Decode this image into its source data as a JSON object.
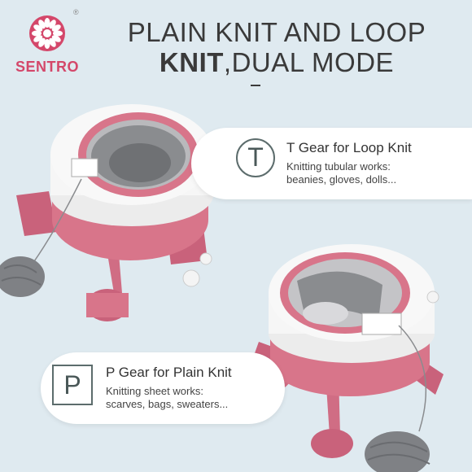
{
  "brand": {
    "name": "SENTRO",
    "registered_mark": "®",
    "color": "#d4476a"
  },
  "headline": {
    "line1": "PLAIN KNIT AND LOOP",
    "line2_bold": "KNIT",
    "line2_rest": ",DUAL MODE"
  },
  "features": [
    {
      "badge": "T",
      "badge_shape": "circle",
      "title": "T Gear for Loop Knit",
      "desc_line1": "Knitting tubular works:",
      "desc_line2": "beanies, gloves, dolls..."
    },
    {
      "badge": "P",
      "badge_shape": "square",
      "title": "P Gear for Plain Knit",
      "desc_line1": "Knitting sheet works:",
      "desc_line2": "scarves, bags, sweaters..."
    }
  ],
  "colors": {
    "background": "#dfeaf0",
    "machine_pink": "#d8758a",
    "machine_white": "#f6f6f6",
    "yarn_gray": "#8a8c8f",
    "text_dark": "#3a3a3a"
  },
  "icons": {
    "logo": "flower-logo-icon",
    "product1": "knitting-machine-image",
    "product2": "knitting-machine-image"
  }
}
